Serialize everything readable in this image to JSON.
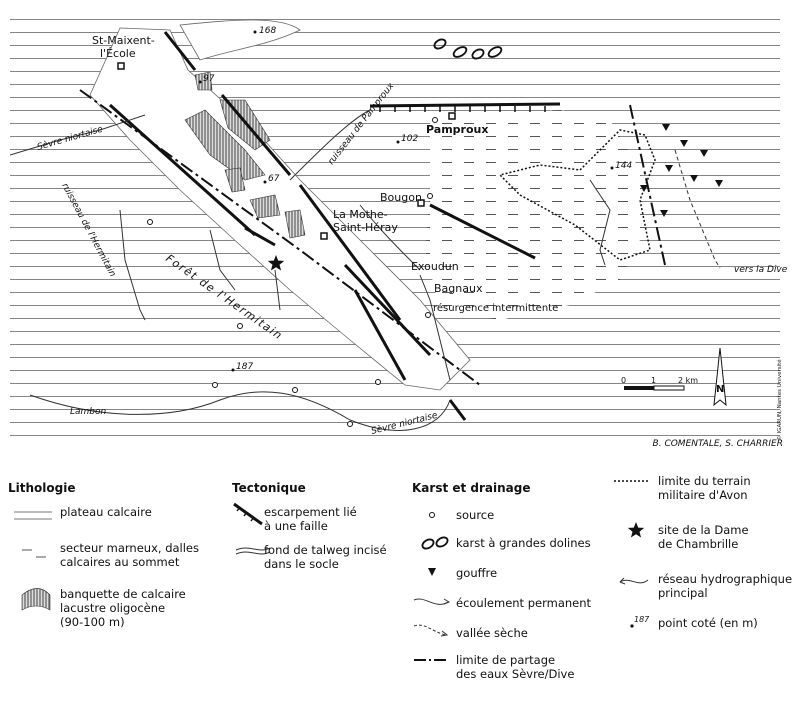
{
  "map": {
    "places": {
      "st_maixent": [
        "St-Maixent-",
        "l'École"
      ],
      "pamproux": "Pamproux",
      "la_mothe": [
        "La Mothe-",
        "Saint-Héray"
      ],
      "bougon": "Bougon",
      "exoudun": "Exoudun",
      "bagnaux": "Bagnaux"
    },
    "water": {
      "sevre_niortaise_west": "Sèvre niortaise",
      "sevre_niortaise_south": "Sèvre niortaise",
      "ruisseau_hermitain": "ruisseau de l'Hermitain",
      "ruisseau_pamproux": "ruisseau de Pamproux",
      "lambon": "Lambon",
      "vers_la_dive": "vers la Dive"
    },
    "features": {
      "foret": "Forêt de l'Hermitain",
      "resurgence": "résurgence intermittente"
    },
    "spot_heights": [
      "168",
      "97",
      "67",
      "102",
      "144",
      "187"
    ],
    "scale": {
      "ticks": [
        "0",
        "1",
        "2 km"
      ]
    },
    "north": "N",
    "credit": "B. COMENTALE, S. CHARRIER",
    "copyright": "© IGARUN, Nantes Université"
  },
  "legend": {
    "lithologie": {
      "title": "Lithologie",
      "items": [
        "plateau calcaire",
        [
          "secteur marneux, dalles",
          "calcaires au sommet"
        ],
        [
          "banquette de calcaire",
          "lacustre oligocène",
          "(90-100 m)"
        ]
      ]
    },
    "tectonique": {
      "title": "Tectonique",
      "items": [
        [
          "escarpement lié",
          "à une faille"
        ],
        [
          "fond de talweg incisé",
          "dans le socle"
        ]
      ]
    },
    "karst": {
      "title": "Karst et drainage",
      "items": [
        "source",
        "karst à grandes dolines",
        "gouffre",
        "écoulement permanent",
        "vallée sèche",
        [
          "limite de partage",
          "des eaux Sèvre/Dive"
        ]
      ]
    },
    "other": {
      "items": [
        [
          "limite du terrain",
          "militaire d'Avon"
        ],
        [
          "site de la Dame",
          "de Chambrille"
        ],
        [
          "réseau hydrographique",
          "principal"
        ],
        "point coté (en m)"
      ],
      "spot_example": "187"
    }
  }
}
